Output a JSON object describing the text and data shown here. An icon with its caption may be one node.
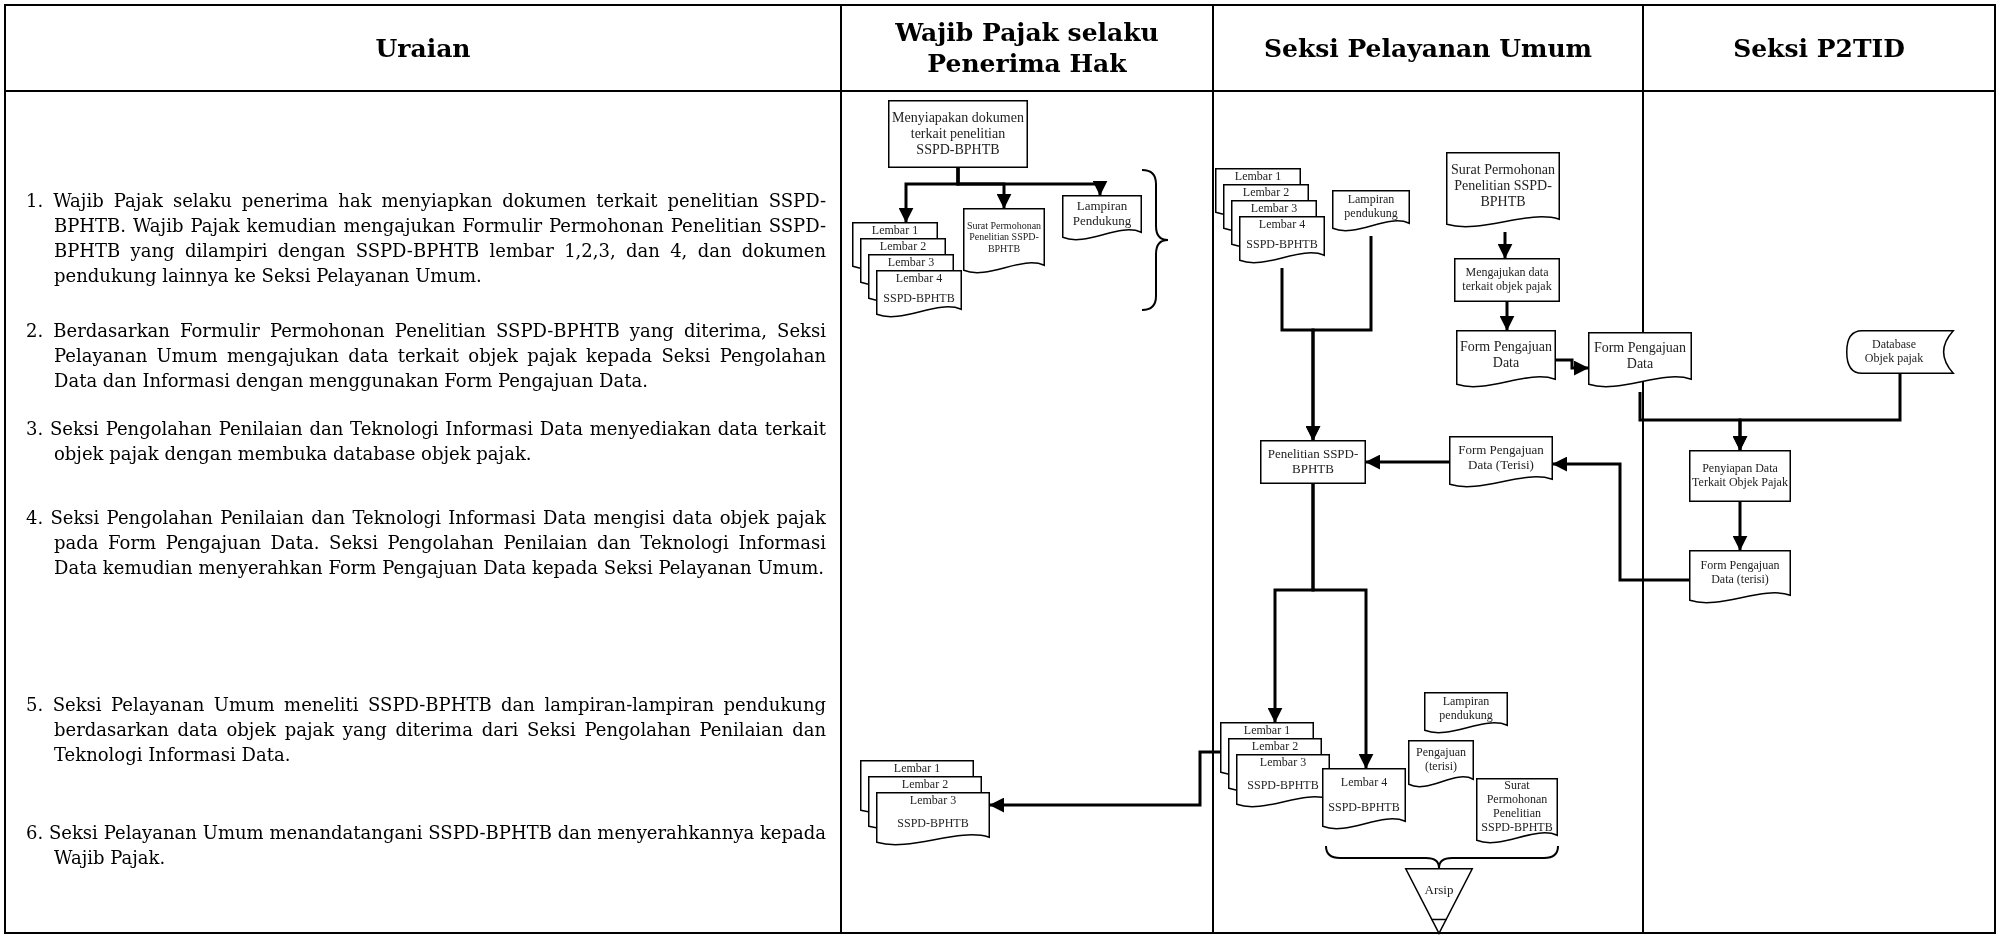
{
  "diagram": {
    "nodes": [
      {
        "text": [
          "Uraian",
          "1. Wajib Pajak selaku penerima hak menyiapkan dokumen terkait penelitian SSPD-BPHTB. Wajib Pajak kemudian mengajukan Formulir Permohonan Penelitian SSPD-BPHTB yang dilampiri dengan SSPD-BPHTB lembar 1,2,3, dan 4, dan dokumen pendukung lainnya ke Seksi Pelayanan Umum.",
          "2. Berdasarkan Formulir Permohonan Penelitian SSPD-BPHTB yang diterima, Seksi Pelayanan Umum mengajukan data terkait objek pajak kepada Seksi Pengolahan Data dan Informasi dengan menggunakan Form Pengajuan Data.",
          "3. Seksi Pengolahan Penilaian dan Teknologi Informasi Data menyediakan data terkait objek pajak dengan membuka database objek pajak.",
          "4. Seksi Pengolahan Penilaian dan Teknologi Informasi Data mengisi data objek pajak pada Form Pengajuan Data. Seksi Pengolahan Penilaian dan Teknologi Informasi Data kemudian menyerahkan Form Pengajuan Data kepada Seksi Pelayanan Umum.",
          "5. Seksi Pelayanan Umum meneliti SSPD-BPHTB dan lampiran-lampiran pendukung berdasarkan data objek pajak yang diterima dari Seksi Pengolahan Penilaian dan Teknologi Informasi Data.",
          "6. Seksi Pelayanan Umum menandatangani SSPD-BPHTB dan menyerahkannya kepada Wajib Pajak."
        ]
      },
      {
        "text": [
          "Wajib Pajak selaku Penerima Hak"
        ]
      },
      {
        "text": [
          "Seksi Pelayanan Umum"
        ]
      },
      {
        "text": [
          "Seksi P2TID"
        ]
      },
      {
        "text": [
          "Menyiapakan dokumen terkait penelitian SSPD-BPHTB"
        ],
        "in": 1
      },
      {
        "text": [
          "Lembar 1",
          "Lembar 2",
          "Lembar 3",
          "Lembar 4",
          "SSPD-BPHTB"
        ],
        "in": 1
      },
      {
        "text": [
          "Surat Permohonan Penelitian SSPD-BPHTB"
        ],
        "in": 1
      },
      {
        "text": [
          "Lampiran Pendukung"
        ],
        "in": 1
      },
      {
        "text": [
          "Lembar 1",
          "Lembar 2",
          "Lembar 3",
          "SSPD-BPHTB"
        ],
        "in": 1
      },
      {
        "text": [
          "Lembar 1",
          "Lembar 2",
          "Lembar 3",
          "Lembar 4",
          "SSPD-BPHTB"
        ],
        "in": 2
      },
      {
        "text": [
          "Lampiran pendukung"
        ],
        "in": 2
      },
      {
        "text": [
          "Surat Permohonan Penelitian SSPD-BPHTB"
        ],
        "in": 2
      },
      {
        "text": [
          "Mengajukan data terkait objek pajak"
        ],
        "in": 2
      },
      {
        "text": [
          "Form Pengajuan Data"
        ],
        "in": 2
      },
      {
        "text": [
          "Penelitian SSPD-BPHTB"
        ],
        "in": 2
      },
      {
        "text": [
          "Form Pengajuan Data (Terisi)"
        ],
        "in": 2
      },
      {
        "text": [
          "Lembar 1",
          "Lembar 2",
          "Lembar 3",
          "SSPD-BPHTB"
        ],
        "in": 2
      },
      {
        "text": [
          "Lembar 4",
          "SSPD-BPHTB"
        ],
        "in": 2
      },
      {
        "text": [
          "Pengajuan (terisi)"
        ],
        "in": 2
      },
      {
        "text": [
          "Lampiran pendukung"
        ],
        "in": 2
      },
      {
        "text": [
          "Surat Permohonan Penelitian SSPD-BPHTB"
        ],
        "in": 2
      },
      {
        "text": [
          "Arsip"
        ],
        "in": 2
      },
      {
        "text": [
          "Form Pengajuan Data"
        ]
      },
      {
        "text": [
          "Database Objek pajak"
        ],
        "in": 3
      },
      {
        "text": [
          "Penyiapan Data Terkait Objek Pajak"
        ],
        "in": 3
      },
      {
        "text": [
          "Form Pengajuan Data (terisi)"
        ],
        "in": 3
      }
    ],
    "edges": [
      {
        "from": 4,
        "to": 5,
        "arrow": "to"
      },
      {
        "from": 4,
        "to": 6,
        "arrow": "to"
      },
      {
        "from": 4,
        "to": 7,
        "arrow": "to"
      },
      {
        "from": 9,
        "to": 14,
        "arrow": "to"
      },
      {
        "from": 10,
        "to": 14,
        "arrow": "to"
      },
      {
        "from": 11,
        "to": 12,
        "arrow": "to"
      },
      {
        "from": 12,
        "to": 13,
        "arrow": "to"
      },
      {
        "from": 13,
        "to": 22,
        "arrow": "to"
      },
      {
        "from": 22,
        "to": 24,
        "arrow": "to"
      },
      {
        "from": 23,
        "to": 24,
        "arrow": "to"
      },
      {
        "from": 24,
        "to": 25,
        "arrow": "to"
      },
      {
        "from": 25,
        "to": 15,
        "arrow": "to"
      },
      {
        "from": 15,
        "to": 14,
        "arrow": "to"
      },
      {
        "from": 14,
        "to": 16,
        "arrow": "to"
      },
      {
        "from": 14,
        "to": 17,
        "arrow": "to"
      },
      {
        "from": 16,
        "to": 8,
        "arrow": "to"
      }
    ]
  }
}
